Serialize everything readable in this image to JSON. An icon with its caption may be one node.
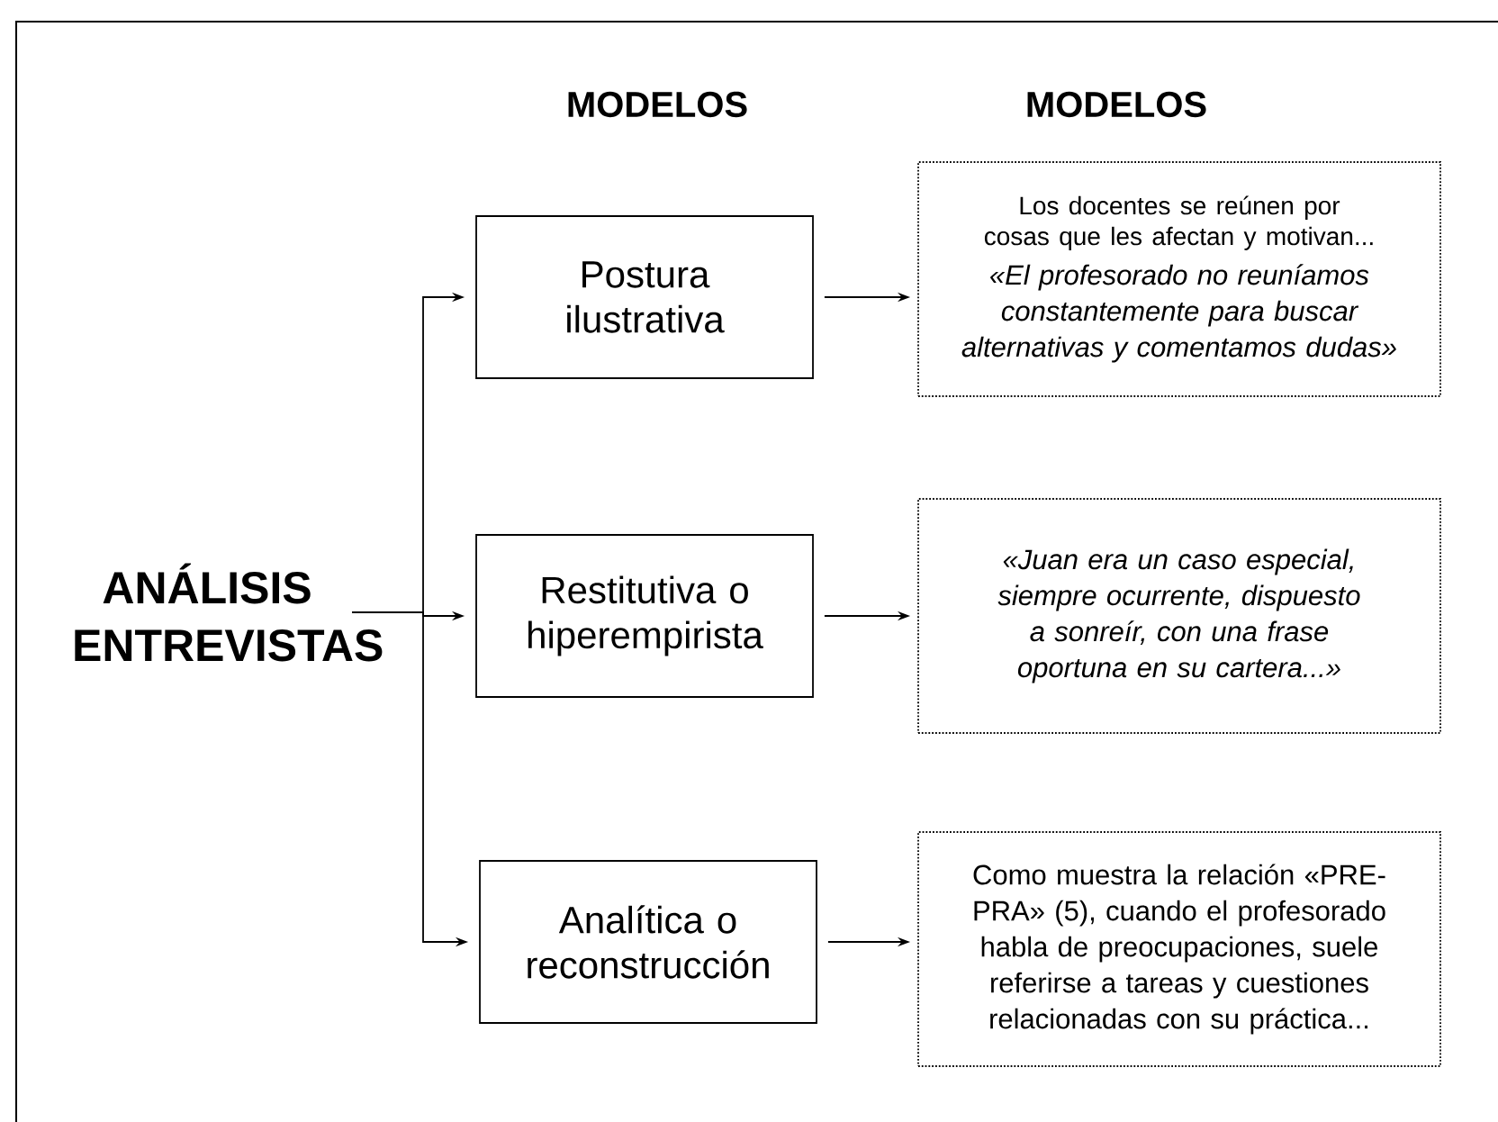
{
  "diagram": {
    "nodes": [
      {
        "text": [
          "ANÁLISIS ENTREVISTAS"
        ]
      },
      {
        "text": [
          "Postura ilustrativa"
        ]
      },
      {
        "text": [
          "Restitutiva o hiperempirista"
        ]
      },
      {
        "text": [
          "Analítica o reconstrucción"
        ]
      },
      {
        "text": [
          "Los docentes se reúnen por cosas que les afectan y motivan...",
          "«El profesorado no reuníamos constantemente para buscar alternativas y comentamos dudas»"
        ]
      },
      {
        "text": [
          "«Juan era un caso especial, siempre ocurrente, dispuesto a sonreír, con una frase oportuna en su cartera...»"
        ]
      },
      {
        "text": [
          "Como muestra la relación «PRE-PRA» (5), cuando el profesorado habla de preocupaciones, suele referirse a tareas y cuestiones relacionadas con su práctica..."
        ]
      }
    ],
    "edges": [
      {
        "from": 0,
        "to": 1,
        "arrow": "to"
      },
      {
        "from": 0,
        "to": 2,
        "arrow": "to"
      },
      {
        "from": 0,
        "to": 3,
        "arrow": "to"
      },
      {
        "from": 1,
        "to": 4,
        "arrow": "to"
      },
      {
        "from": 2,
        "to": 5,
        "arrow": "to"
      },
      {
        "from": 3,
        "to": 6,
        "arrow": "to"
      }
    ],
    "labels": [
      "MODELOS",
      "MODELOS"
    ]
  }
}
